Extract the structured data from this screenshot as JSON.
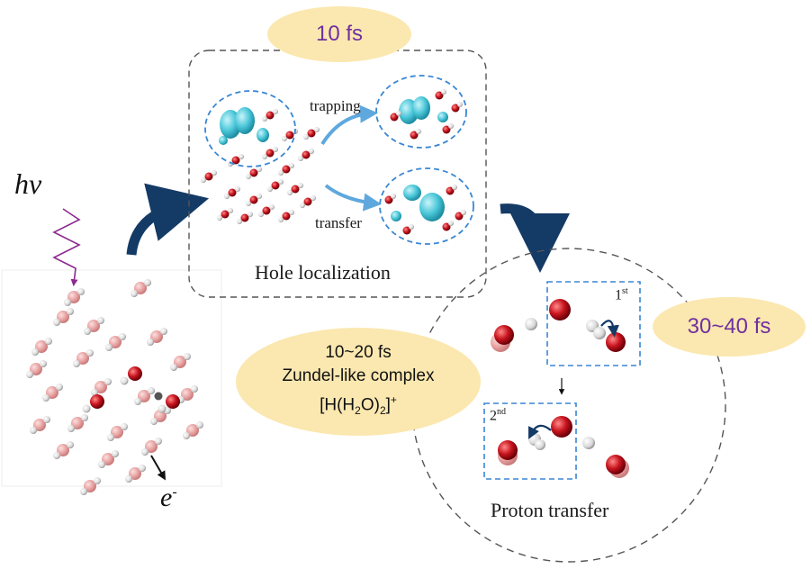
{
  "labels": {
    "time_10fs": "10 fs",
    "time_30_40fs": "30~40 fs",
    "zundel_time": "10~20 fs",
    "zundel_name": "Zundel-like complex",
    "zundel_formula_main": "[H(H",
    "zundel_formula_sub": "2",
    "zundel_formula_mid": "O)",
    "zundel_formula_sub2": "2",
    "zundel_formula_end": "]",
    "zundel_formula_sup": "+",
    "trapping": "trapping",
    "transfer": "transfer",
    "hole_localization": "Hole localization",
    "proton_transfer": "Proton transfer",
    "first": "1",
    "first_sup": "st",
    "second": "2",
    "second_sup": "nd",
    "photon": "hv",
    "electron": "e",
    "electron_sup": "-"
  },
  "colors": {
    "ellipse_fill": "#fbe8b0",
    "time_text": "#7030a0",
    "oxygen": "#c8141e",
    "oxygen_faded": "#e8a0a0",
    "hydrogen": "#e6e6e6",
    "hole_density": "#49c6d8",
    "dashed_blue": "#3a86d4",
    "curved_arrow": "#143a66",
    "light_arrow": "#5fa8de",
    "photon_wave": "#8b2a8f"
  }
}
